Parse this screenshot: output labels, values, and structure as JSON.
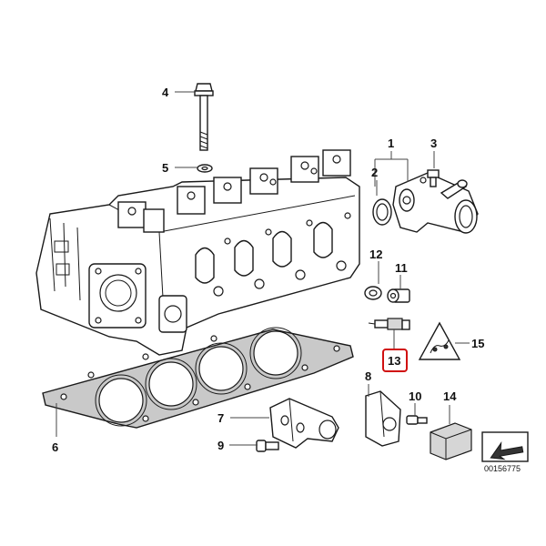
{
  "diagram": {
    "reference_code": "00156775",
    "highlighted_part": "13",
    "highlight_color": "#d01010",
    "parts": [
      {
        "number": "1"
      },
      {
        "number": "2"
      },
      {
        "number": "3"
      },
      {
        "number": "4"
      },
      {
        "number": "5"
      },
      {
        "number": "6"
      },
      {
        "number": "7"
      },
      {
        "number": "8"
      },
      {
        "number": "9"
      },
      {
        "number": "10"
      },
      {
        "number": "11"
      },
      {
        "number": "12"
      },
      {
        "number": "13"
      },
      {
        "number": "14"
      },
      {
        "number": "15"
      }
    ]
  }
}
